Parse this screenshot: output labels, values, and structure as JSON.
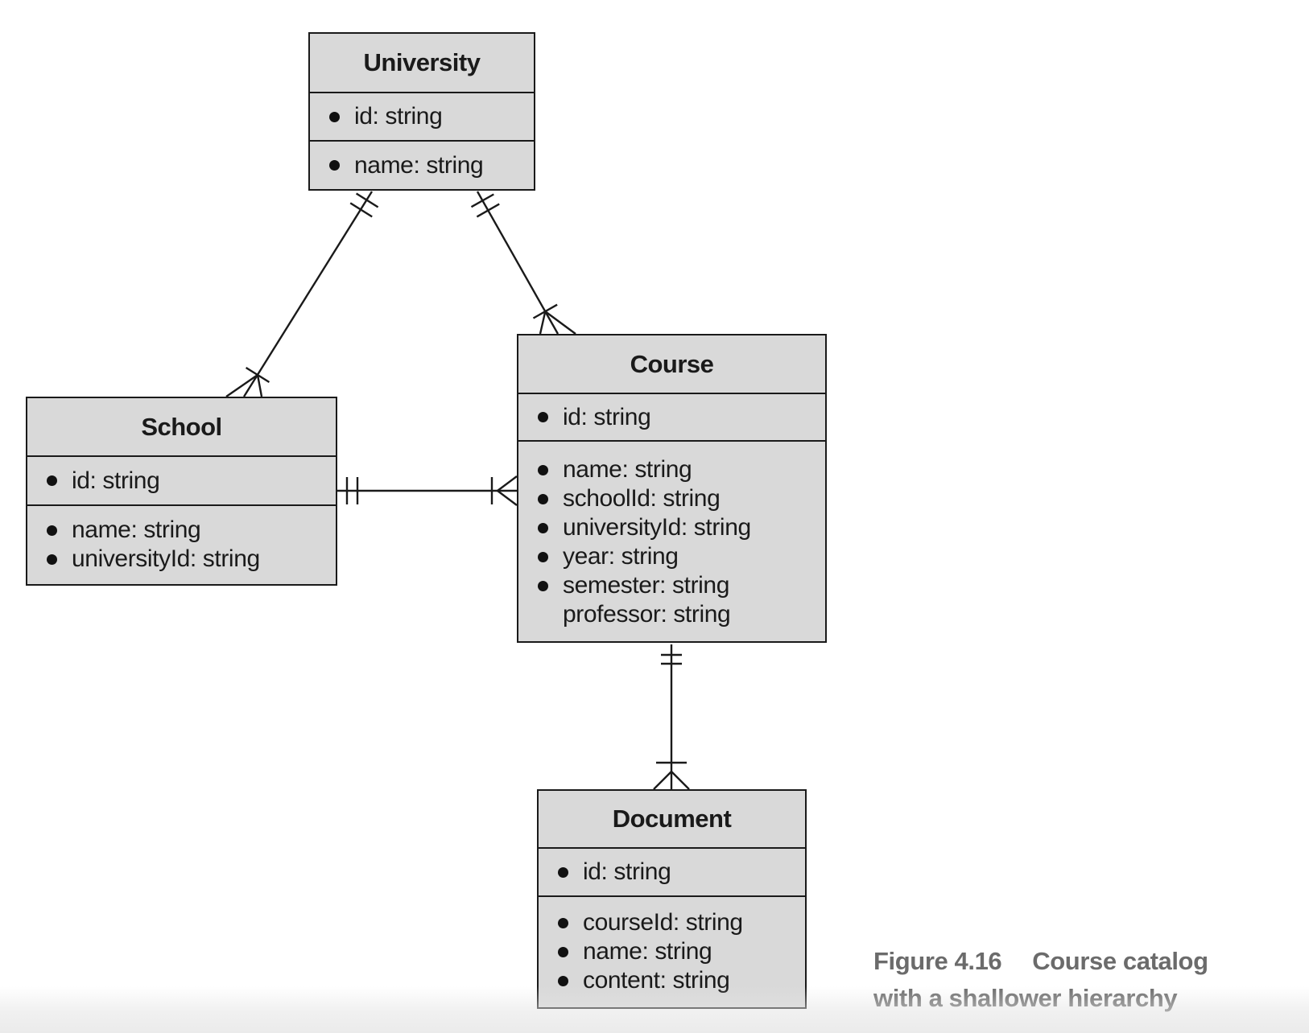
{
  "diagram": {
    "type": "entity-relationship-crows-foot",
    "entities": [
      {
        "name": "University",
        "sections": [
          {
            "rows": [
              {
                "bullet": true,
                "label": "id: string"
              }
            ]
          },
          {
            "rows": [
              {
                "bullet": true,
                "label": "name: string"
              }
            ]
          }
        ]
      },
      {
        "name": "School",
        "sections": [
          {
            "rows": [
              {
                "bullet": true,
                "label": "id: string"
              }
            ]
          },
          {
            "rows": [
              {
                "bullet": true,
                "label": "name: string"
              },
              {
                "bullet": true,
                "label": "universityId: string"
              }
            ]
          }
        ]
      },
      {
        "name": "Course",
        "sections": [
          {
            "rows": [
              {
                "bullet": true,
                "label": "id: string"
              }
            ]
          },
          {
            "rows": [
              {
                "bullet": true,
                "label": "name: string"
              },
              {
                "bullet": true,
                "label": "schoolId: string"
              },
              {
                "bullet": true,
                "label": "universityId: string"
              },
              {
                "bullet": true,
                "label": "year: string"
              },
              {
                "bullet": true,
                "label": "semester: string"
              },
              {
                "bullet": false,
                "label": "professor: string"
              }
            ]
          }
        ]
      },
      {
        "name": "Document",
        "sections": [
          {
            "rows": [
              {
                "bullet": true,
                "label": "id: string"
              }
            ]
          },
          {
            "rows": [
              {
                "bullet": true,
                "label": "courseId: string"
              },
              {
                "bullet": true,
                "label": "name: string"
              },
              {
                "bullet": true,
                "label": "content: string"
              }
            ]
          }
        ]
      }
    ],
    "relationships": [
      {
        "from": "University",
        "to": "School",
        "from_end": "exactly one",
        "to_end": "one or many"
      },
      {
        "from": "University",
        "to": "Course",
        "from_end": "exactly one",
        "to_end": "one or many"
      },
      {
        "from": "School",
        "to": "Course",
        "from_end": "exactly one",
        "to_end": "one or many"
      },
      {
        "from": "Course",
        "to": "Document",
        "from_end": "exactly one",
        "to_end": "one or many"
      }
    ],
    "colors": {
      "box_fill": "#d9d9d9",
      "box_border": "#1a1a1a",
      "line": "#1a1a1a",
      "text": "#1a1a1a",
      "caption": "#6b6b6b",
      "background": "#ffffff"
    }
  },
  "caption": {
    "label": "Figure 4.16",
    "line1": "Course catalog",
    "line2": "with a shallower hierarchy"
  }
}
